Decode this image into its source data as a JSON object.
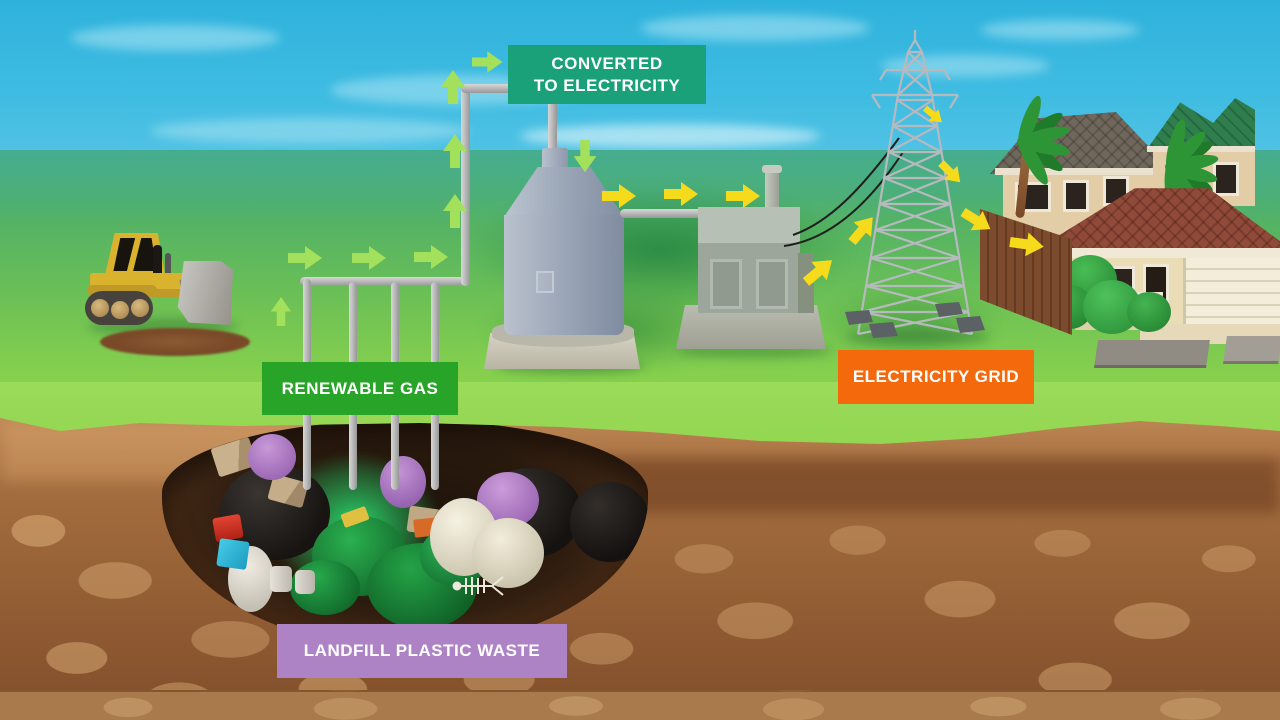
{
  "diagram": {
    "type": "process-illustration",
    "subject": "landfill gas to electricity",
    "labels": [
      {
        "id": "converted-to-electricity",
        "line1": "CONVERTED",
        "line2": "TO ELECTRICITY",
        "bg": "#1aa17a"
      },
      {
        "id": "renewable-gas",
        "text": "RENEWABLE GAS",
        "bg": "#28a528"
      },
      {
        "id": "electricity-grid",
        "text": "ELECTRICITY GRID",
        "bg": "#f4690c"
      },
      {
        "id": "landfill-plastic-waste",
        "text": "LANDFILL PLASTIC WASTE",
        "bg": "#ae83c6"
      }
    ],
    "flow_colors": {
      "gas": "#a3e05b",
      "electricity": "#f6da1c"
    },
    "label_text_color": "#ffffff"
  }
}
